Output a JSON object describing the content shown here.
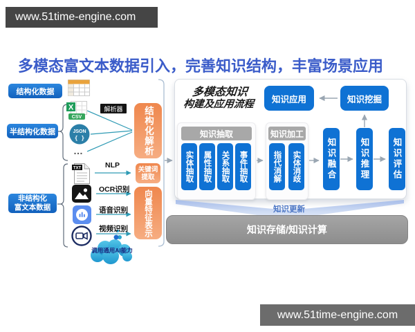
{
  "banner": {
    "top": "www.51time-engine.com",
    "bottom": "www.51time-engine.com"
  },
  "title": "多模态富文本数据引入，完善知识结构，丰富场景应用",
  "sources": {
    "structured": "结构化数据",
    "semi_structured": "半结构化数据",
    "unstructured_line1": "非结构化",
    "unstructured_line2": "富文本数据"
  },
  "icons": {
    "excel_x": "X",
    "csv_badge": "CSV",
    "json_label": "JSON",
    "json_braces": "{ }",
    "txt_badge": "TXT",
    "ellipsis": "…"
  },
  "labels": {
    "parser": "解析器",
    "nlp": "NLP",
    "ocr": "OCR识别",
    "speech": "语音识别",
    "video": "视频识别",
    "cloud": "调用通用AI能力"
  },
  "pipeline": {
    "structural_parse": "结构化解析",
    "keyword_line1": "关键词",
    "keyword_line2": "提取",
    "vector_feature": "向量特征表示"
  },
  "panel": {
    "title_line1": "多模态知识",
    "title_line2": "构建及应用流程",
    "application": "知识应用",
    "mining": "知识挖掘",
    "extraction": {
      "header": "知识抽取",
      "items": [
        "实体抽取",
        "属性抽取",
        "关系抽取",
        "事件抽取"
      ]
    },
    "processing": {
      "header": "知识加工",
      "items": [
        "指代消解",
        "实体消歧"
      ]
    },
    "fusion": "知识融合",
    "reasoning": "知识推理",
    "evaluation": "知识评估",
    "update": "知识更新",
    "storage": "知识存储/知识计算"
  },
  "colors": {
    "title_blue": "#3b5cc9",
    "source_box_blue": "#1261bd",
    "panel_box_blue": "#0f72d4",
    "pipeline_orange": "#ef874d",
    "teal_line": "#2e9ab4",
    "gray_header": "#a8a8a8",
    "storage_gray": "#979797",
    "banner_dark": "#454545",
    "banner_gray": "#6c6c6c"
  }
}
